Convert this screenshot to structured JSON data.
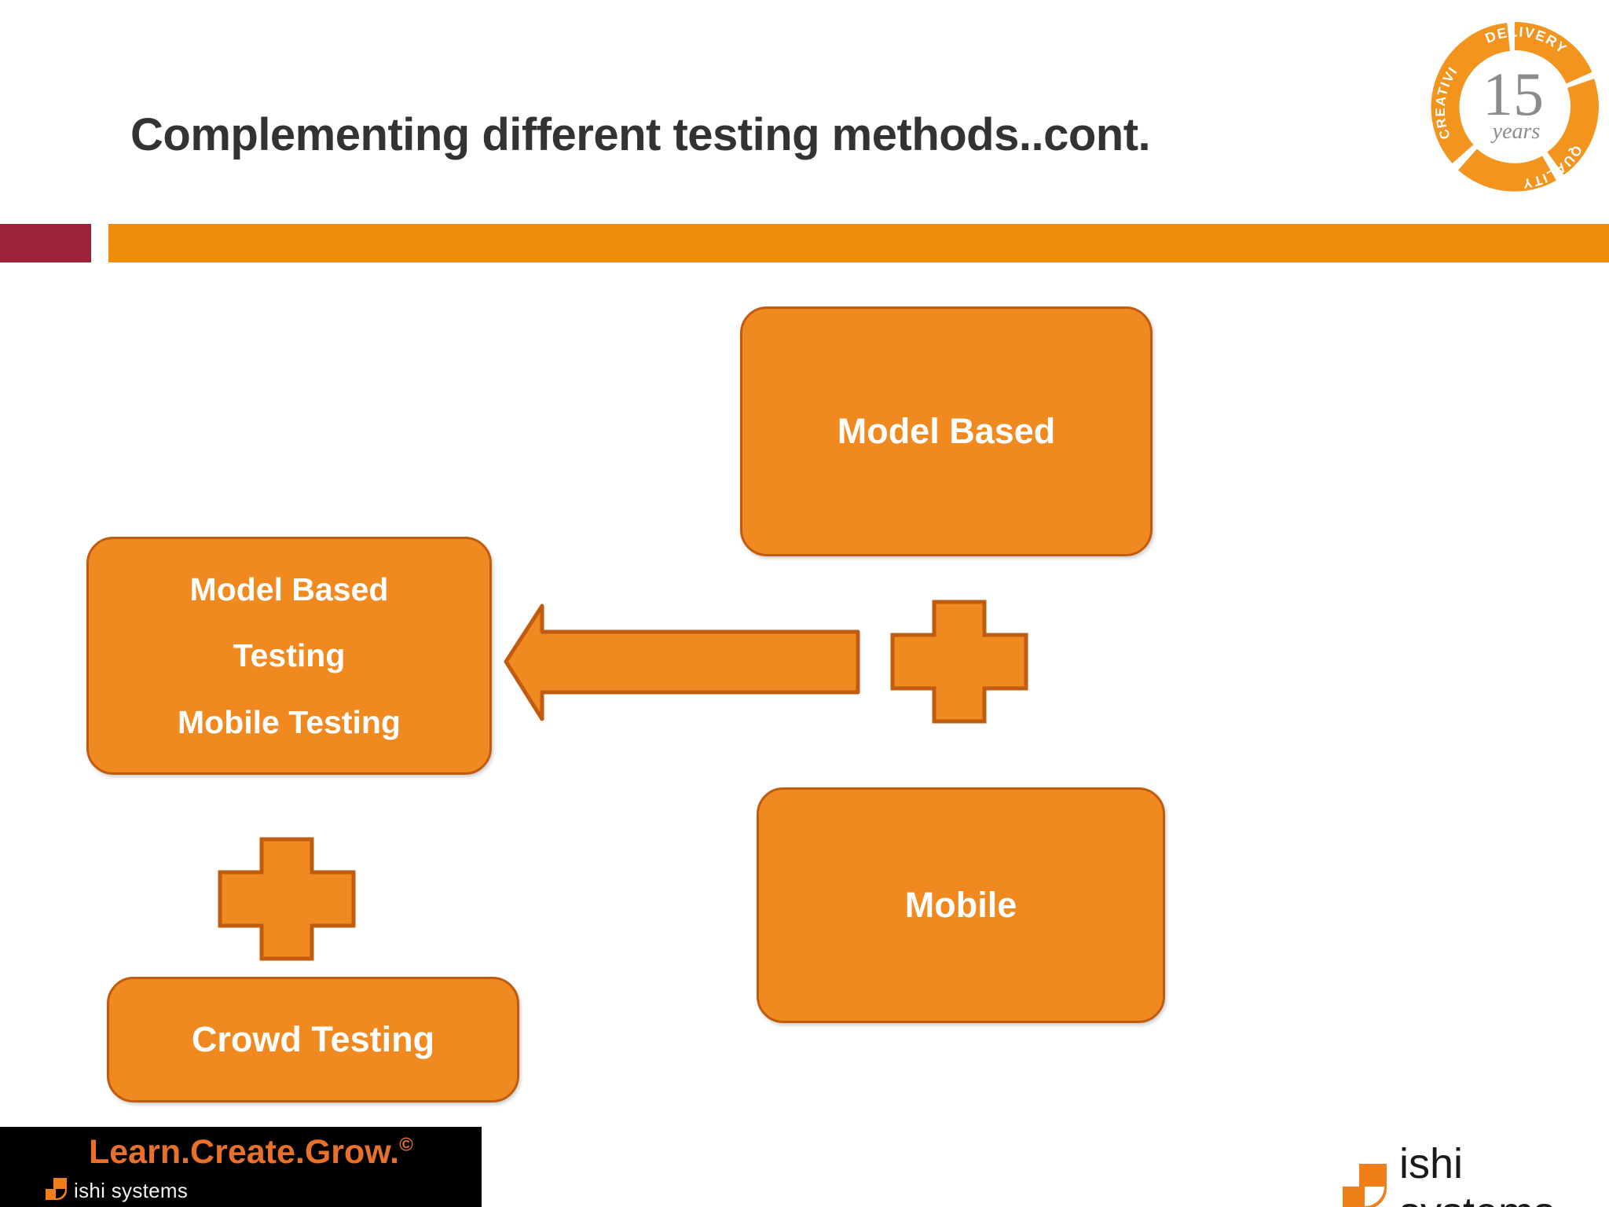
{
  "slide": {
    "title": "Complementing different testing methods..cont.",
    "background_color": "#ffffff"
  },
  "header": {
    "divider_accent_color": "#9C2239",
    "divider_bar_color": "#F08C0C"
  },
  "badge": {
    "number": "15",
    "unit": "years",
    "segments": [
      "CREATIVITY",
      "DELIVERY",
      "QUALITY"
    ],
    "color": "#F2941E"
  },
  "diagram": {
    "box_fill_color": "#F08A20",
    "box_border_color": "#C05C10",
    "boxes": [
      {
        "id": "model-based-top",
        "label": "Model Based"
      },
      {
        "id": "model-based-mobile",
        "lines": [
          "Model Based",
          "Testing",
          "Mobile Testing"
        ]
      },
      {
        "id": "mobile",
        "label": "Mobile"
      },
      {
        "id": "crowd-testing",
        "label": "Crowd Testing"
      }
    ],
    "connectors": [
      {
        "id": "plus-right",
        "type": "plus"
      },
      {
        "id": "plus-left",
        "type": "plus"
      },
      {
        "id": "arrow-left",
        "type": "arrow",
        "direction": "left"
      }
    ]
  },
  "footer": {
    "tagline": "Learn.Create.Grow.",
    "tagline_copyright": "©",
    "tagline_color": "#E8712A",
    "panel_background": "#000000",
    "brand_small": "ishi systems",
    "brand_large": "ishi systems",
    "logo_color": "#F07F1A"
  }
}
